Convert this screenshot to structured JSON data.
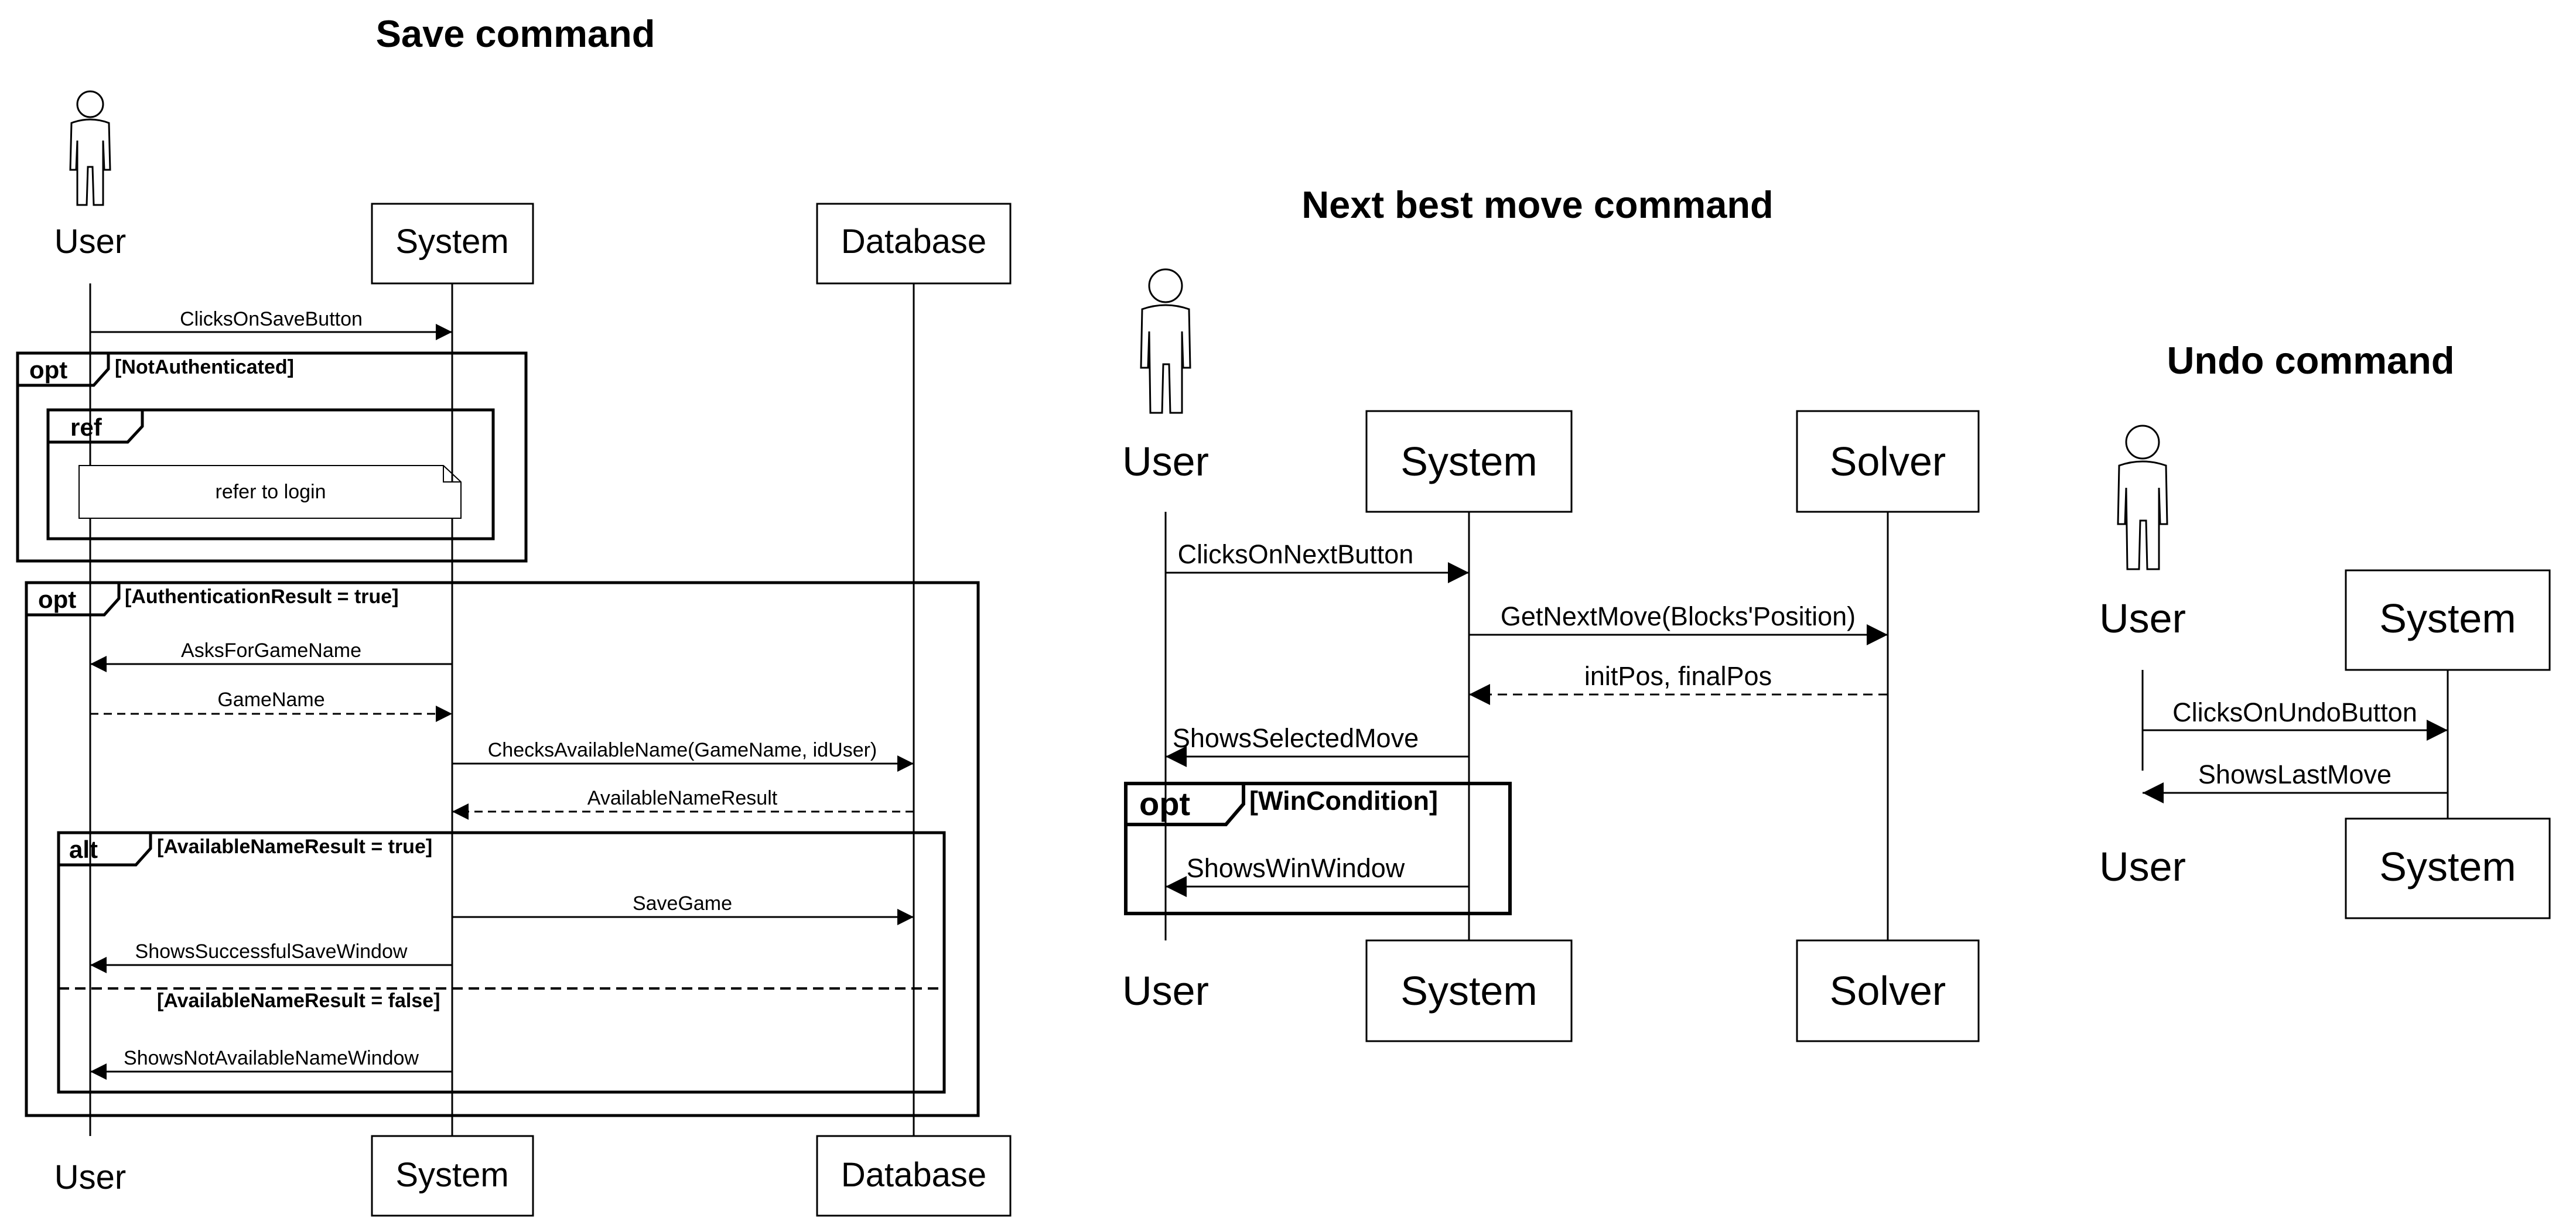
{
  "save": {
    "title": "Save command",
    "user": "User",
    "system": "System",
    "database": "Database",
    "msg_clicks_save": "ClicksOnSaveButton",
    "opt1_tag": "opt",
    "opt1_guard": "[NotAuthenticated]",
    "ref_tag": "ref",
    "ref_note": "refer to login",
    "opt2_tag": "opt",
    "opt2_guard": "[AuthenticationResult = true]",
    "msg_asks_name": "AsksForGameName",
    "msg_game_name": "GameName",
    "msg_checks_name": "ChecksAvailableName(GameName, idUser)",
    "msg_name_result": "AvailableNameResult",
    "alt_tag": "alt",
    "alt_guard_true": "[AvailableNameResult = true]",
    "msg_save_game": "SaveGame",
    "msg_success": "ShowsSuccessfulSaveWindow",
    "alt_guard_false": "[AvailableNameResult = false]",
    "msg_not_available": "ShowsNotAvailableNameWindow"
  },
  "next": {
    "title": "Next best move command",
    "user": "User",
    "system": "System",
    "solver": "Solver",
    "msg_clicks_next": "ClicksOnNextButton",
    "msg_get_next": "GetNextMove(Blocks'Position)",
    "msg_init_final": "initPos, finalPos",
    "msg_shows_selected": "ShowsSelectedMove",
    "opt_tag": "opt",
    "opt_guard": "[WinCondition]",
    "msg_win_window": "ShowsWinWindow"
  },
  "undo": {
    "title": "Undo command",
    "user": "User",
    "system": "System",
    "msg_clicks_undo": "ClicksOnUndoButton",
    "msg_last_move": "ShowsLastMove"
  }
}
